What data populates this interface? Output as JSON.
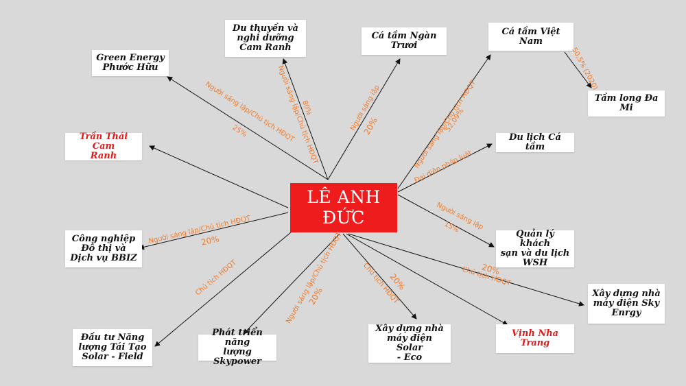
{
  "center": {
    "line1": "LÊ ANH",
    "line2": "ĐỨC"
  },
  "nodes": {
    "du_thuyen": [
      "Du thuyền và",
      "nghỉ dưỡng",
      "Cam Ranh"
    ],
    "ca_tam_ngan_truoi": [
      "Cá tầm Ngàn",
      "Trươi"
    ],
    "ca_tam_viet_nam": [
      "Cá tầm Việt",
      "Nam"
    ],
    "green_energy": [
      "Green Energy",
      "Phước Hữu"
    ],
    "tam_long_da_mi": [
      "Tầm long Đa",
      "Mi"
    ],
    "tran_thai_cam_ranh": [
      "Trần Thái Cam",
      "Ranh"
    ],
    "du_lich_ca_tam": [
      "Du lịch Cá tầm"
    ],
    "cong_nghiep_do_thi": [
      "Công nghiệp",
      "Đô thị và",
      "Dịch vụ BBIZ"
    ],
    "quan_ly_khach_san": [
      "Quản lý khách",
      "sạn và du lịch",
      "WSH"
    ],
    "sky_energy": [
      "Xây dựng nhà",
      "máy điện  Sky",
      "Enrgy"
    ],
    "solar_field": [
      "Đầu tư Năng",
      "lượng Tái Tạo",
      "Solar - Field"
    ],
    "skypower": [
      "Phát triển năng",
      "lượng Skypower"
    ],
    "solar_eco": [
      "Xây dựng nhà",
      "máy điện Solar",
      "- Eco"
    ],
    "vinh_nha_trang": [
      "Vịnh Nha",
      "Trang"
    ]
  },
  "labels": {
    "green_energy_role": "Người sáng lập/Chủ tịch HĐQT",
    "green_energy_pct": "25%",
    "du_thuyen_role": "Người sáng lập/Chủ tịch HĐQT",
    "du_thuyen_pct": "80%",
    "ngan_truoi_role": "Người sáng lập",
    "ngan_truoi_pct": "20%",
    "ca_tam_vn_role": "Người sáng lập/Chủ tịch HĐQT",
    "ca_tam_vn_pct": "52,09%",
    "tam_long_pct": "50,5% (2020)",
    "du_lich_role": "Đại diện pháp luật",
    "wsh_role": "Người sáng lập",
    "wsh_pct": "15%",
    "bbiz_role": "Người sáng lập/Chủ tịch HĐQT",
    "bbiz_pct": "20%",
    "solar_field_role": "Chủ tịch HĐQT",
    "skypower_role": "Người sáng lập/Chủ tịch HĐQT",
    "skypower_pct": "20%",
    "solar_eco_role": "Chủ tịch HĐQT",
    "solar_eco_pct": "20%",
    "sky_energy_pct": "20%",
    "sky_energy_role": "Chủ tịch HĐQT"
  },
  "colors": {
    "background": "#d9d9d9",
    "center_fill": "#ee1c1c",
    "label": "#f07a2a",
    "red_text": "#e11b1b"
  }
}
